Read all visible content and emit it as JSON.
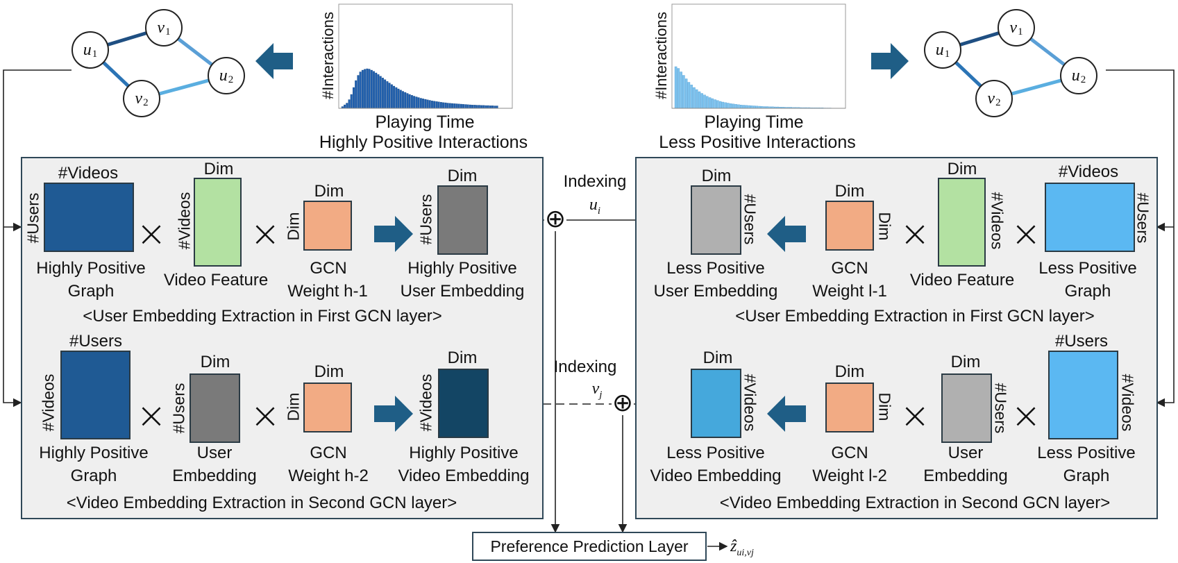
{
  "colors": {
    "highly_graph": "#1f5a94",
    "less_graph": "#5bb8f2",
    "video_feature": "#b3e1a2",
    "gcn_weight": "#f2ab84",
    "highly_user_emb": "#7a7a7a",
    "less_user_emb": "#b0b0b0",
    "highly_video_emb": "#134564",
    "less_video_emb": "#45a8dc",
    "panel_bg": "#efefef",
    "arrow": "#1f5e86",
    "edge_dark": "#1f4f82",
    "edge_mid": "#2b74b5",
    "edge_light": "#5aaee0"
  },
  "graphs": {
    "left": {
      "nodes": [
        "u1",
        "v1",
        "u2",
        "v2"
      ]
    },
    "right": {
      "nodes": [
        "u1",
        "v1",
        "u2",
        "v2"
      ]
    }
  },
  "histograms": {
    "left": {
      "ylabel": "#Interactions",
      "xlabel": "Playing Time",
      "caption": "Highly Positive Interactions"
    },
    "right": {
      "ylabel": "#Interactions",
      "xlabel": "Playing Time",
      "caption": "Less Positive Interactions"
    }
  },
  "chart_data": [
    {
      "type": "bar",
      "xlabel": "Playing Time",
      "ylabel": "#Interactions",
      "values": [
        1,
        2,
        3,
        5,
        8,
        12,
        16,
        19,
        21,
        22,
        22.5,
        22.8,
        22.6,
        22,
        21.3,
        20.4,
        19.5,
        18.5,
        17.5,
        16.5,
        15.5,
        14.6,
        13.7,
        12.8,
        12,
        11.2,
        10.5,
        9.8,
        9.2,
        8.6,
        8,
        7.5,
        7,
        6.6,
        6.2,
        5.8,
        5.5,
        5.2,
        4.9,
        4.6,
        4.3,
        4.1,
        3.9,
        3.7,
        3.5,
        3.3,
        3.2,
        3,
        2.9,
        2.8,
        2.7,
        2.6,
        2.5,
        2.4,
        2.3,
        2.2,
        2.1,
        2,
        1.9,
        1.9,
        1.8,
        1.8,
        1.7,
        1.7,
        1.6,
        1.6,
        1.5,
        1.5,
        1.4,
        1.4
      ]
    },
    {
      "type": "bar",
      "xlabel": "Playing Time",
      "ylabel": "#Interactions",
      "values": [
        24,
        23,
        21,
        19,
        17,
        15,
        13.5,
        12,
        10.8,
        9.6,
        8.6,
        7.7,
        6.9,
        6.2,
        5.6,
        5,
        4.5,
        4,
        3.6,
        3.3,
        3,
        2.7,
        2.5,
        2.3,
        2.1,
        1.9,
        1.8,
        1.7,
        1.6,
        1.5,
        1.4,
        1.3,
        1.2,
        1.1,
        1,
        1,
        0.9,
        0.9,
        0.8,
        0.8,
        0.7,
        0.7,
        0.6,
        0.6,
        0.6,
        0.5,
        0.5,
        0.5,
        0.4,
        0.4,
        0.4,
        0.4,
        0.3,
        0.3,
        0.3,
        0.3,
        0.3,
        0.2,
        0.2,
        0.2
      ]
    }
  ],
  "labels": {
    "videos": "#Videos",
    "users": "#Users",
    "dim": "Dim",
    "highly_positive": "Highly Positive",
    "less_positive": "Less Positive",
    "graph": "Graph",
    "video_feature": "Video Feature",
    "gcn": "GCN",
    "weight_h1": "Weight h-1",
    "weight_h2": "Weight h-2",
    "weight_l1": "Weight l-1",
    "weight_l2": "Weight l-2",
    "user_embedding": "User Embedding",
    "user": "User",
    "embedding": "Embedding",
    "video_embedding": "Video Embedding",
    "caption_first": "<User Embedding Extraction in First GCN layer>",
    "caption_second": "<Video Embedding Extraction in Second GCN layer>",
    "indexing": "Indexing",
    "ui": "u",
    "vj": "v",
    "ui_sub": "i",
    "vj_sub": "j",
    "times": "×",
    "oplus": "⊕",
    "prediction": "Preference Prediction Layer",
    "output": "ẑ",
    "output_sub": "ui,vj"
  }
}
